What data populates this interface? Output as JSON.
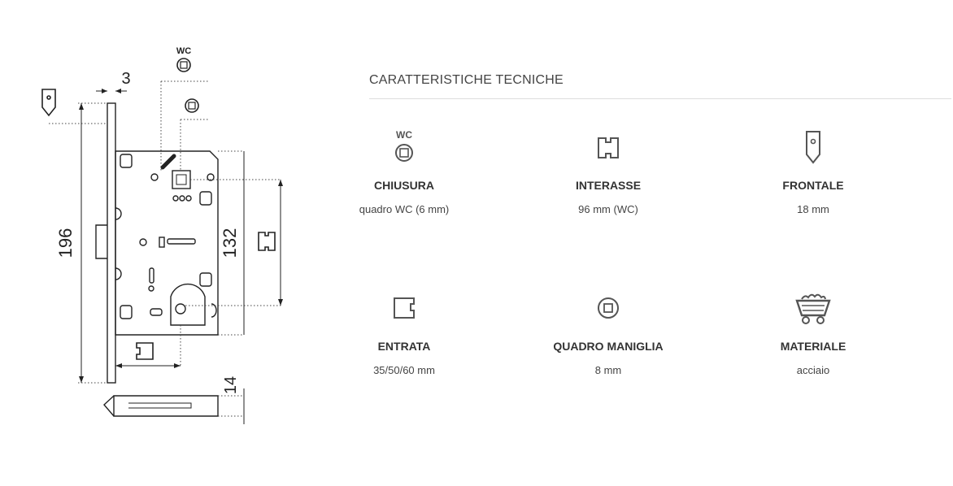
{
  "drawing": {
    "dim_thickness": "3",
    "dim_height": "196",
    "dim_interaxis": "132",
    "dim_depth": "14",
    "wc_label": "WC"
  },
  "specs": {
    "title": "CARATTERISTICHE TECNICHE",
    "items": [
      {
        "icon": "wc-square-icon",
        "icon_text": "WC",
        "label": "CHIUSURA",
        "value": "quadro WC (6 mm)"
      },
      {
        "icon": "interaxis-icon",
        "label": "INTERASSE",
        "value": "96 mm (WC)"
      },
      {
        "icon": "faceplate-icon",
        "label": "FRONTALE",
        "value": "18 mm"
      },
      {
        "icon": "backset-icon",
        "label": "ENTRATA",
        "value": "35/50/60 mm"
      },
      {
        "icon": "handle-square-icon",
        "label": "QUADRO MANIGLIA",
        "value": "8 mm"
      },
      {
        "icon": "ore-cart-icon",
        "label": "MATERIALE",
        "value": "acciaio"
      }
    ]
  }
}
